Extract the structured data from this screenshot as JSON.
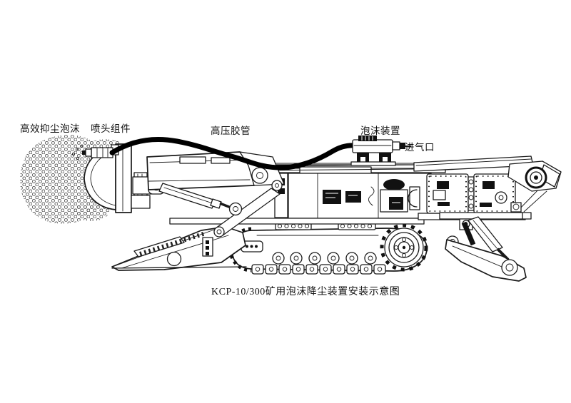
{
  "diagram": {
    "caption": "KCP-10/300矿用泡沫降尘装置安装示意图",
    "labels": {
      "foam": "高效抑尘泡沫",
      "nozzle": "喷头组件",
      "hose": "高压胶管",
      "device": "泡沫装置",
      "inlet": "进气口"
    },
    "colors": {
      "line": "#1a1a1a",
      "hose": "#000000",
      "background": "#ffffff"
    }
  }
}
